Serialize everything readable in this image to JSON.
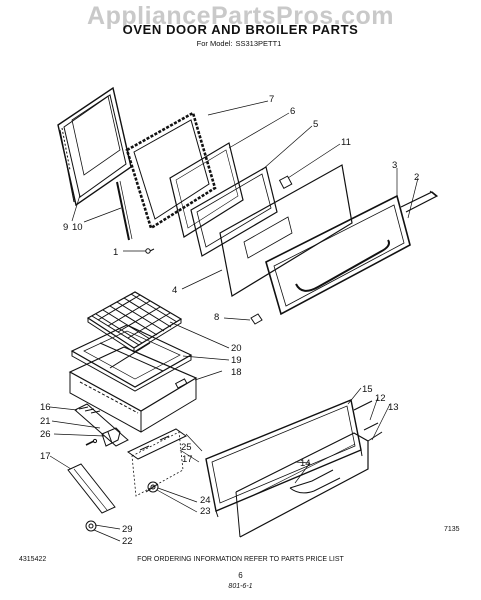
{
  "header": {
    "watermark": "AppliancePartsPros.com",
    "title": "OVEN DOOR AND BROILER PARTS",
    "model_label": "For Model:",
    "model_number": "SS313PETT1"
  },
  "callouts": [
    "7",
    "6",
    "5",
    "11",
    "3",
    "2",
    "9",
    "10",
    "1",
    "4",
    "8",
    "20",
    "19",
    "18",
    "16",
    "21",
    "26",
    "25",
    "17",
    "17",
    "15",
    "12",
    "13",
    "14",
    "24",
    "23",
    "29",
    "22"
  ],
  "footer": {
    "document_number": "4315422",
    "ordering_note": "FOR ORDERING INFORMATION REFER TO PARTS PRICE LIST",
    "page_number": "6",
    "drawing_code": "7135",
    "footer_code": "801-6-1"
  }
}
